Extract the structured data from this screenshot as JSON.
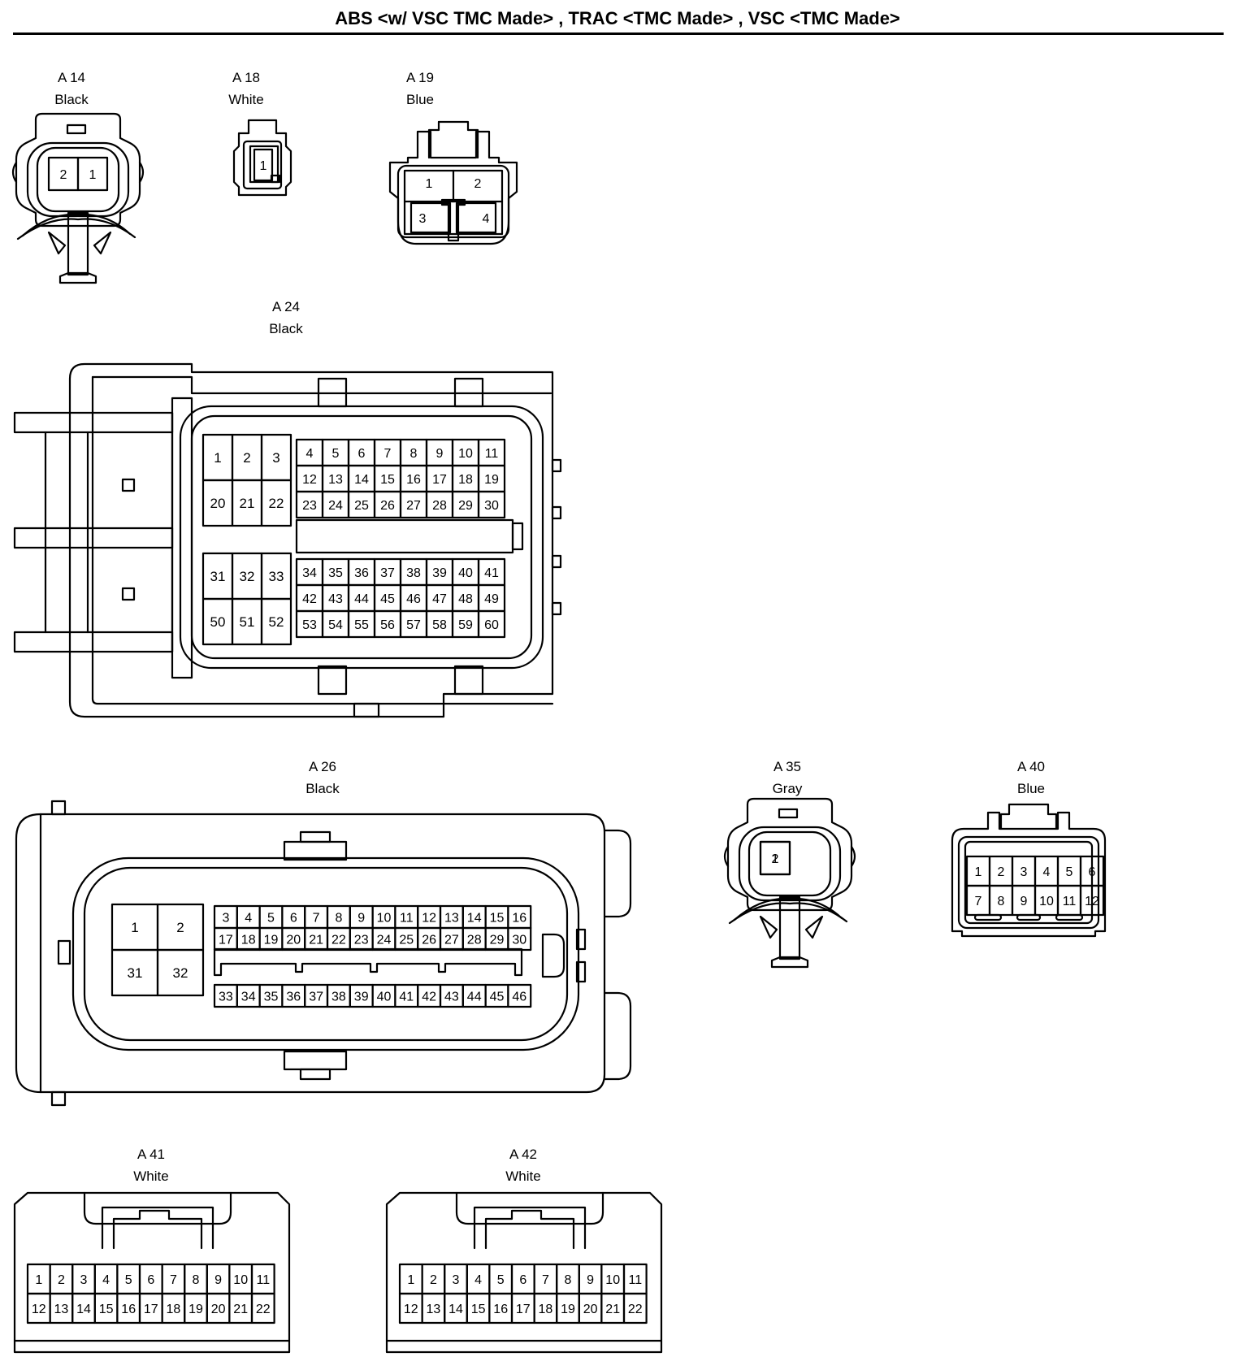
{
  "title": "ABS <w/ VSC TMC Made> , TRAC <TMC Made> , VSC <TMC Made>",
  "connectors": {
    "a14": {
      "id": "A 14",
      "color": "Black"
    },
    "a18": {
      "id": "A 18",
      "color": "White"
    },
    "a19": {
      "id": "A 19",
      "color": "Blue"
    },
    "a24": {
      "id": "A 24",
      "color": "Black"
    },
    "a26": {
      "id": "A 26",
      "color": "Black"
    },
    "a35": {
      "id": "A 35",
      "color": "Gray"
    },
    "a40": {
      "id": "A 40",
      "color": "Blue"
    },
    "a41": {
      "id": "A 41",
      "color": "White"
    },
    "a42": {
      "id": "A 42",
      "color": "White"
    }
  },
  "pins": {
    "a14": [
      "2",
      "1"
    ],
    "a18": [
      "1"
    ],
    "a19": [
      "1",
      "2",
      "3",
      "4"
    ],
    "a24_left": [
      [
        "1",
        "2",
        "3"
      ],
      [
        "20",
        "21",
        "22"
      ],
      [
        "31",
        "32",
        "33"
      ],
      [
        "50",
        "51",
        "52"
      ]
    ],
    "a24_right": [
      [
        "4",
        "5",
        "6",
        "7",
        "8",
        "9",
        "10",
        "11"
      ],
      [
        "12",
        "13",
        "14",
        "15",
        "16",
        "17",
        "18",
        "19"
      ],
      [
        "23",
        "24",
        "25",
        "26",
        "27",
        "28",
        "29",
        "30"
      ],
      [
        "34",
        "35",
        "36",
        "37",
        "38",
        "39",
        "40",
        "41"
      ],
      [
        "42",
        "43",
        "44",
        "45",
        "46",
        "47",
        "48",
        "49"
      ],
      [
        "53",
        "54",
        "55",
        "56",
        "57",
        "58",
        "59",
        "60"
      ]
    ],
    "a26_left": [
      [
        "1",
        "2"
      ],
      [
        "31",
        "32"
      ]
    ],
    "a26_right": [
      [
        "3",
        "4",
        "5",
        "6",
        "7",
        "8",
        "9",
        "10",
        "11",
        "12",
        "13",
        "14",
        "15",
        "16"
      ],
      [
        "17",
        "18",
        "19",
        "20",
        "21",
        "22",
        "23",
        "24",
        "25",
        "26",
        "27",
        "28",
        "29",
        "30"
      ],
      [
        "33",
        "34",
        "35",
        "36",
        "37",
        "38",
        "39",
        "40",
        "41",
        "42",
        "43",
        "44",
        "45",
        "46"
      ]
    ],
    "a35": [
      "2",
      "1"
    ],
    "a40": [
      [
        "1",
        "2",
        "3",
        "4",
        "5",
        "6"
      ],
      [
        "7",
        "8",
        "9",
        "10",
        "11",
        "12"
      ]
    ],
    "a41": [
      [
        "1",
        "2",
        "3",
        "4",
        "5",
        "6",
        "7",
        "8",
        "9",
        "10",
        "11"
      ],
      [
        "12",
        "13",
        "14",
        "15",
        "16",
        "17",
        "18",
        "19",
        "20",
        "21",
        "22"
      ]
    ],
    "a42": [
      [
        "1",
        "2",
        "3",
        "4",
        "5",
        "6",
        "7",
        "8",
        "9",
        "10",
        "11"
      ],
      [
        "12",
        "13",
        "14",
        "15",
        "16",
        "17",
        "18",
        "19",
        "20",
        "21",
        "22"
      ]
    ]
  }
}
